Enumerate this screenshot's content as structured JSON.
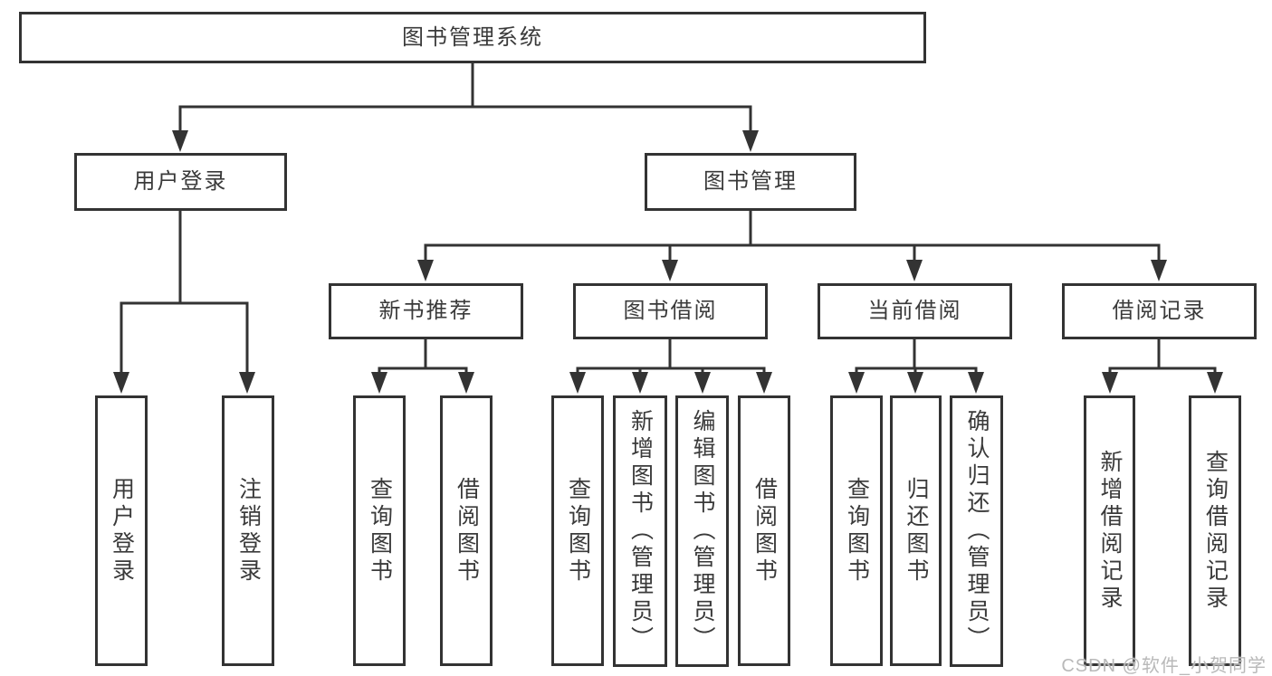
{
  "tree": {
    "label": "图书管理系统",
    "children": [
      {
        "label": "用户登录",
        "children": [
          {
            "label": "用户登录"
          },
          {
            "label": "注销登录"
          }
        ]
      },
      {
        "label": "图书管理",
        "children": [
          {
            "label": "新书推荐",
            "children": [
              {
                "label": "查询图书"
              },
              {
                "label": "借阅图书"
              }
            ]
          },
          {
            "label": "图书借阅",
            "children": [
              {
                "label": "查询图书"
              },
              {
                "label": "新增图书（管理员）"
              },
              {
                "label": "编辑图书（管理员）"
              },
              {
                "label": "借阅图书"
              }
            ]
          },
          {
            "label": "当前借阅",
            "children": [
              {
                "label": "查询图书"
              },
              {
                "label": "归还图书"
              },
              {
                "label": "确认归还（管理员）"
              }
            ]
          },
          {
            "label": "借阅记录",
            "children": [
              {
                "label": "新增借阅记录"
              },
              {
                "label": "查询借阅记录"
              }
            ]
          }
        ]
      }
    ]
  },
  "watermark": {
    "text": "CSDN @软件_小贺同学"
  },
  "colors": {
    "line": "#333333",
    "text": "#3a3a3a",
    "watermark": "#b9b9b9",
    "background": "#ffffff"
  }
}
